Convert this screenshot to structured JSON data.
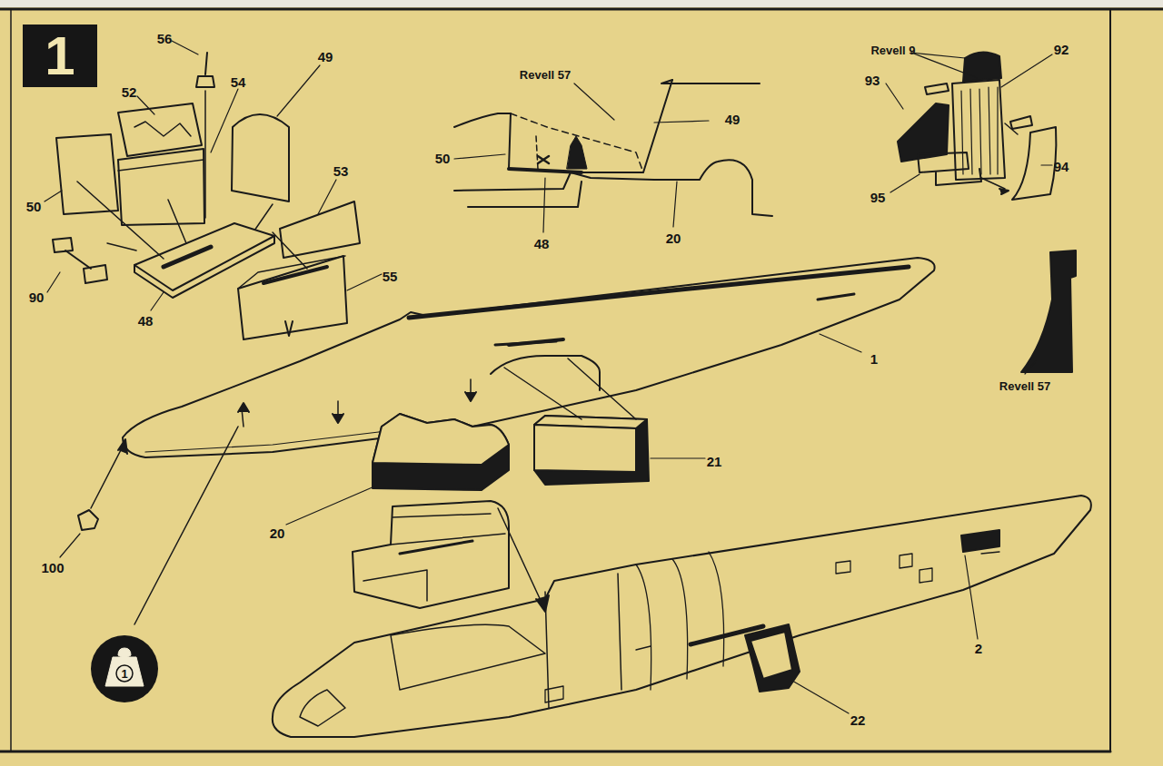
{
  "diagram": {
    "nodes": [
      {
        "text": [
          "1"
        ]
      },
      {
        "text": [
          "1"
        ]
      }
    ],
    "labels": [
      "56",
      "52",
      "54",
      "49",
      "50",
      "90",
      "48",
      "53",
      "55",
      "Revell 57",
      "49",
      "50",
      "48",
      "20",
      "Revell 9",
      "92",
      "93",
      "94",
      "95",
      "1",
      "Revell 57",
      "20",
      "21",
      "100",
      "2",
      "22"
    ]
  }
}
